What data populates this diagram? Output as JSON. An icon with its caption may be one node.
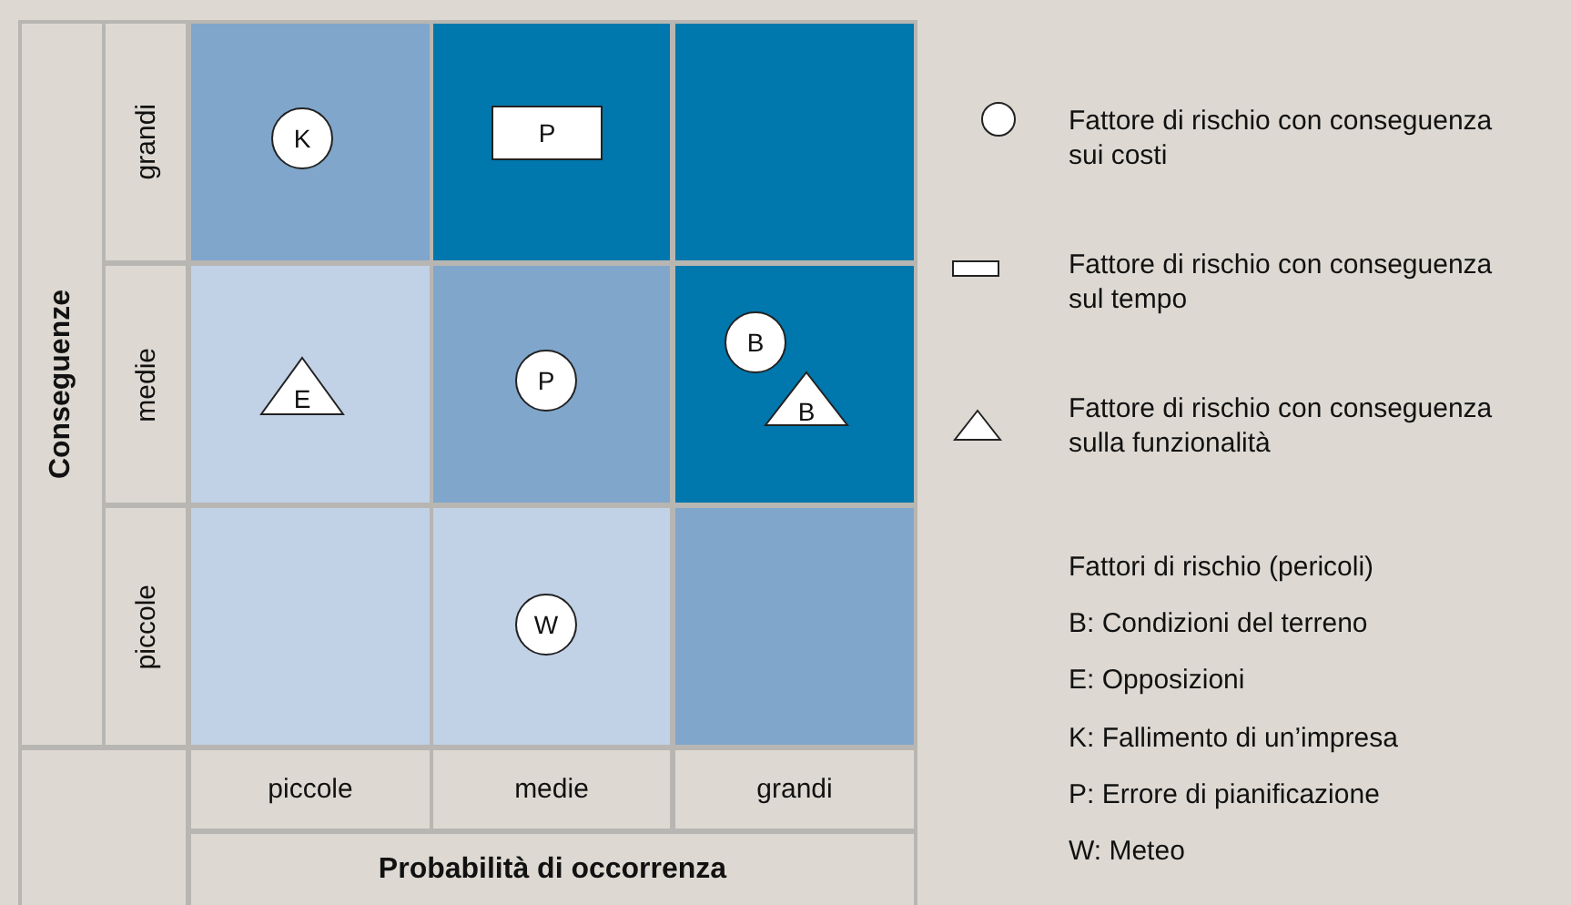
{
  "diagram": {
    "nodes": [
      {
        "text": [
          "Conseguenze"
        ]
      },
      {
        "text": [
          "grandi"
        ]
      },
      {
        "text": [],
        "shape": "box"
      },
      {
        "text": [
          "K"
        ],
        "in": 2
      },
      {
        "text": [],
        "shape": "box"
      },
      {
        "text": [
          "P"
        ],
        "in": 4
      },
      {
        "text": [],
        "shape": "box"
      },
      {
        "text": [
          "medie"
        ]
      },
      {
        "text": [],
        "shape": "box"
      },
      {
        "text": [
          "E"
        ],
        "in": 8
      },
      {
        "text": [],
        "shape": "box"
      },
      {
        "text": [
          "P"
        ],
        "in": 10
      },
      {
        "text": [],
        "shape": "box"
      },
      {
        "text": [
          "B"
        ],
        "in": 12
      },
      {
        "text": [
          "B"
        ],
        "in": 12
      },
      {
        "text": [
          "piccole"
        ]
      },
      {
        "text": [],
        "shape": "box"
      },
      {
        "text": [],
        "shape": "box"
      },
      {
        "text": [
          "W"
        ],
        "in": 17
      },
      {
        "text": [],
        "shape": "box"
      },
      {
        "text": [],
        "shape": "box"
      },
      {
        "text": [
          "piccole"
        ]
      },
      {
        "text": [
          "medie"
        ]
      },
      {
        "text": [
          "grandi"
        ]
      },
      {
        "text": [
          "Probabilità di occorrenza"
        ]
      }
    ],
    "edges": [],
    "labels": [
      "Fattori di rischio (pericoli)",
      "B: Condizioni del terreno",
      "E: Opposizioni",
      "K: Fallimento di un’impresa",
      "P: Errore di pianificazione",
      "W: Meteo"
    ],
    "legend": [
      {
        "text": "Fattore di rischio con conseguenza sui costi"
      },
      {
        "text": "Fattore di rischio con conseguenza sul tempo"
      },
      {
        "text": "Fattore di rischio con conseguenza sulla funzionalità"
      }
    ]
  }
}
